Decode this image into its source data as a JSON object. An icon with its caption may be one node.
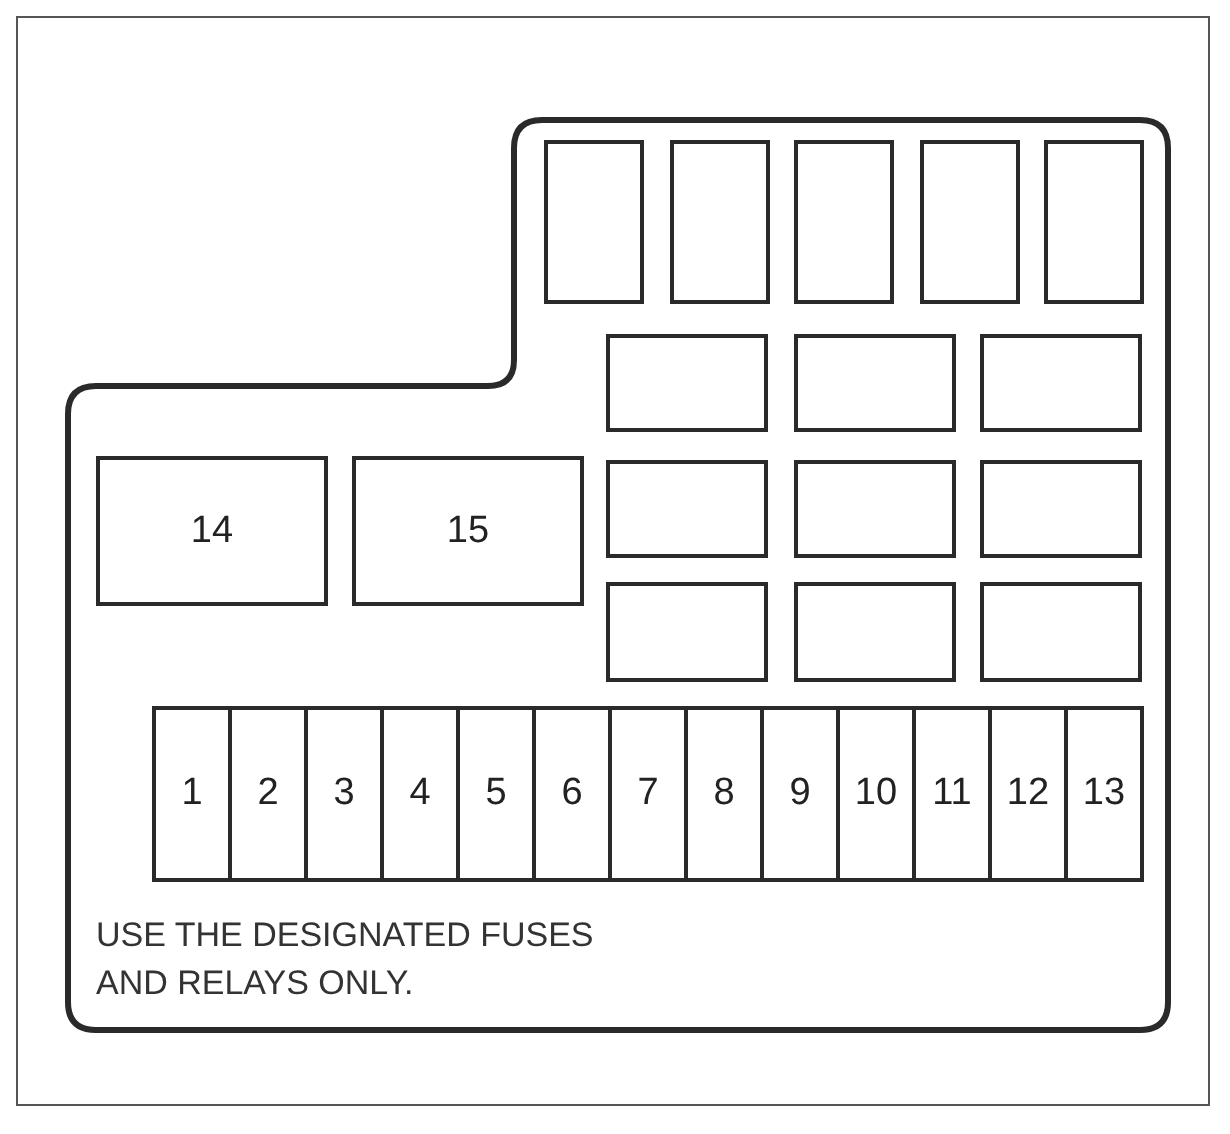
{
  "diagram": {
    "nodes": [
      {
        "text": [
          "USE THE DESIGNATED FUSES AND RELAYS ONLY."
        ]
      },
      {
        "text": [],
        "shape": "box",
        "in": 0
      },
      {
        "text": [],
        "shape": "box",
        "in": 0
      },
      {
        "text": [],
        "shape": "box",
        "in": 0
      },
      {
        "text": [],
        "shape": "box",
        "in": 0
      },
      {
        "text": [],
        "shape": "box",
        "in": 0
      },
      {
        "text": [],
        "shape": "box",
        "in": 0
      },
      {
        "text": [],
        "shape": "box",
        "in": 0
      },
      {
        "text": [],
        "shape": "box",
        "in": 0
      },
      {
        "text": [
          "14"
        ],
        "in": 0
      },
      {
        "text": [
          "15"
        ],
        "in": 0
      },
      {
        "text": [],
        "shape": "box",
        "in": 0
      },
      {
        "text": [],
        "shape": "box",
        "in": 0
      },
      {
        "text": [],
        "shape": "box",
        "in": 0
      },
      {
        "text": [],
        "shape": "box",
        "in": 0
      },
      {
        "text": [],
        "shape": "box",
        "in": 0
      },
      {
        "text": [],
        "shape": "box",
        "in": 0
      },
      {
        "text": [
          "1"
        ],
        "in": 0
      },
      {
        "text": [
          "2"
        ],
        "in": 0
      },
      {
        "text": [
          "3"
        ],
        "in": 0
      },
      {
        "text": [
          "4"
        ],
        "in": 0
      },
      {
        "text": [
          "5"
        ],
        "in": 0
      },
      {
        "text": [
          "6"
        ],
        "in": 0
      },
      {
        "text": [
          "7"
        ],
        "in": 0
      },
      {
        "text": [
          "8"
        ],
        "in": 0
      },
      {
        "text": [
          "9"
        ],
        "in": 0
      },
      {
        "text": [
          "10"
        ],
        "in": 0
      },
      {
        "text": [
          "11"
        ],
        "in": 0
      },
      {
        "text": [
          "12"
        ],
        "in": 0
      },
      {
        "text": [
          "13"
        ],
        "in": 0
      }
    ]
  }
}
